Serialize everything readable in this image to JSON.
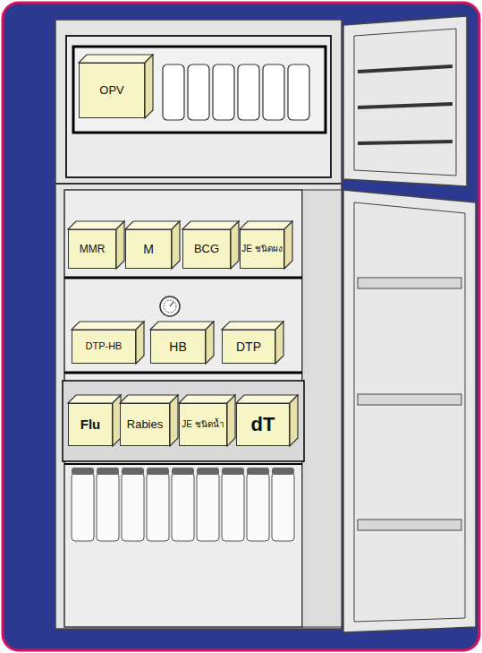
{
  "diagram": {
    "nodes": [
      {
        "text": [
          "OPV"
        ]
      },
      {
        "text": [
          "MMR"
        ]
      },
      {
        "text": [
          "M"
        ]
      },
      {
        "text": [
          "BCG"
        ]
      },
      {
        "text": [
          "JE ชนิดผง"
        ]
      },
      {
        "text": [
          "DTP-HB"
        ]
      },
      {
        "text": [
          "HB"
        ]
      },
      {
        "text": [
          "DTP"
        ]
      },
      {
        "text": [
          "Flu"
        ]
      },
      {
        "text": [
          "Rabies"
        ]
      },
      {
        "text": [
          "JE ชนิดน้ำ"
        ]
      },
      {
        "text": [
          "dT"
        ]
      }
    ]
  }
}
